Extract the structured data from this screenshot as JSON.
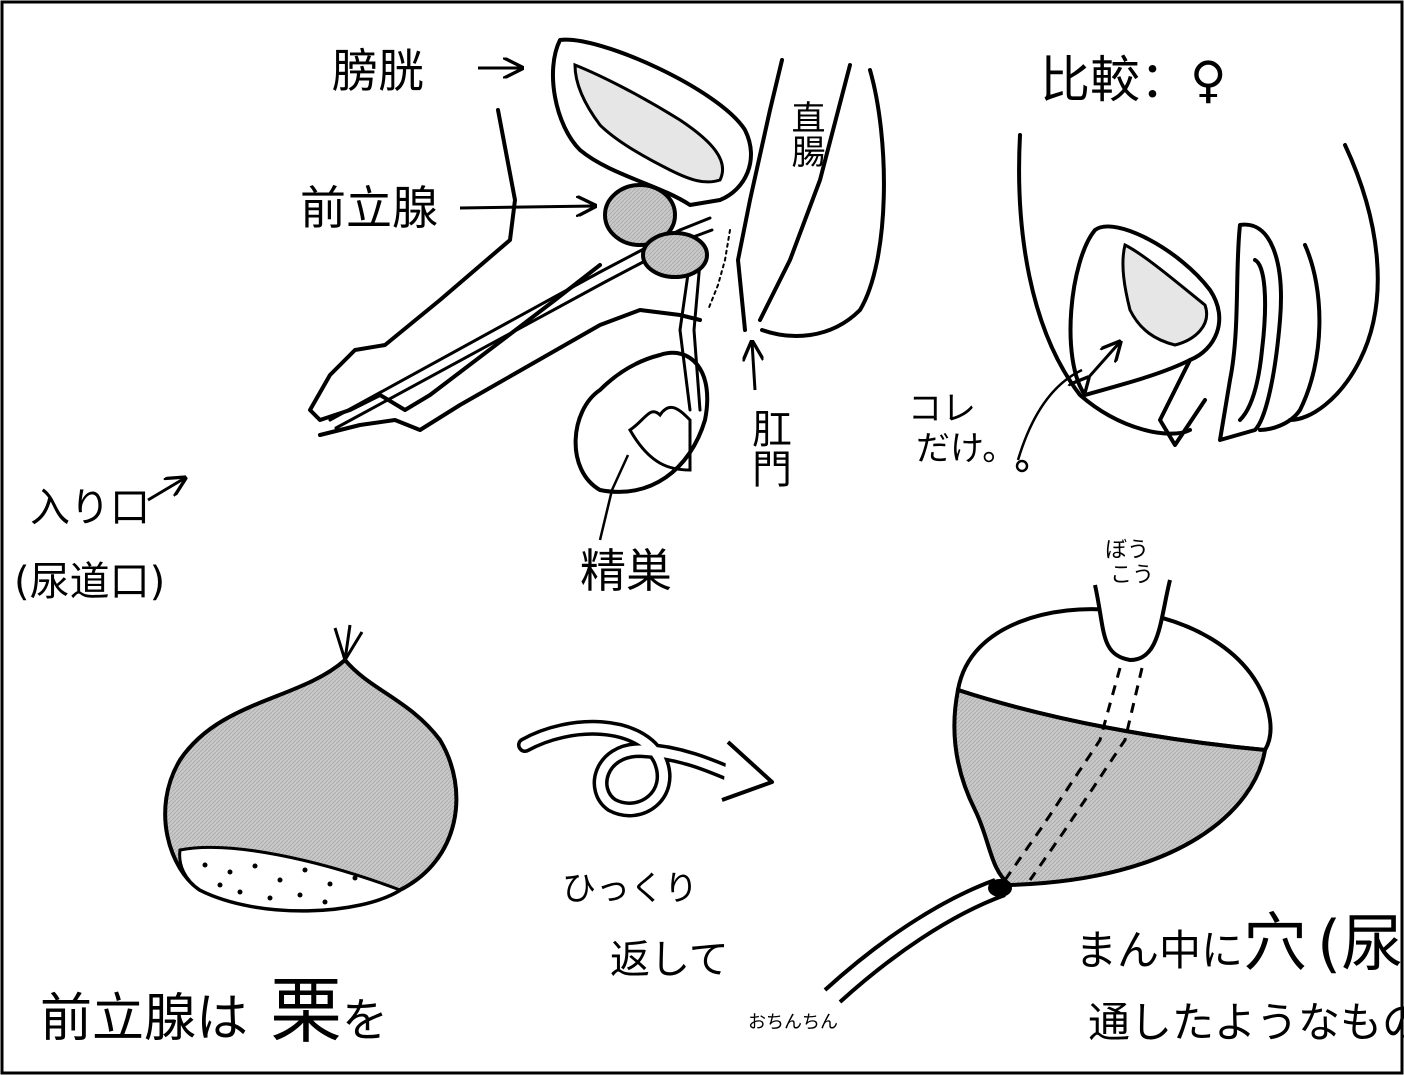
{
  "labels": {
    "bladder": "膀胱",
    "prostate": "前立腺",
    "rectum": "直腸",
    "anus": "肛門",
    "testis": "精巣",
    "entrance_line1": "入り口",
    "entrance_line2": "(尿道口)",
    "compare": "比較：♀",
    "kore_line1": "コレ",
    "kore_line2": "だけ。",
    "bladder_neck_line1": "ぼう",
    "bladder_neck_line2": "こう",
    "flip_line1": "ひっくり",
    "flip_line2": "返して",
    "penis": "おちんちん",
    "caption_prefix": "前立腺は",
    "caption_chestnut": "栗",
    "caption_suffix": "を",
    "hole_prefix": "まん中に",
    "hole_char": "穴",
    "hole_paren": "(尿",
    "through_text": "通したようなもの"
  },
  "colors": {
    "ink": "#000000",
    "shade": "#c8c8c8",
    "light": "#e6e6e6",
    "paper": "#ffffff"
  }
}
